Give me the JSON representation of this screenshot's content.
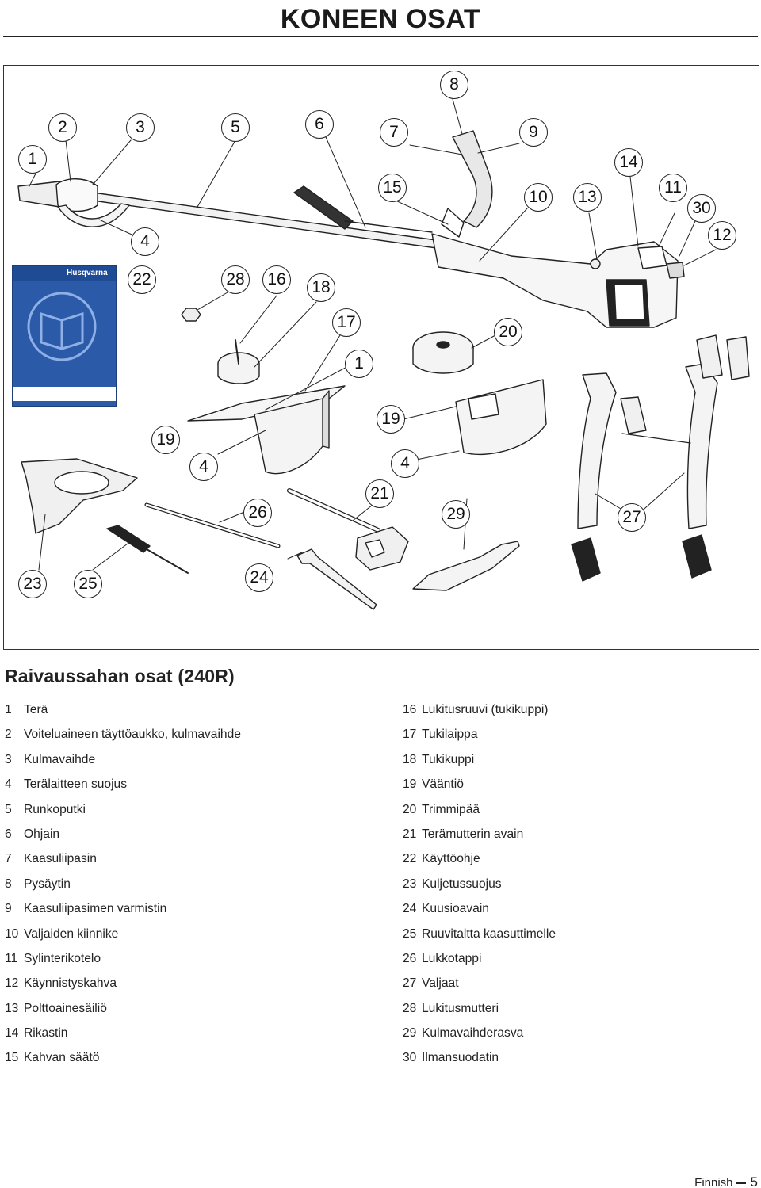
{
  "page_title": "KONEEN OSAT",
  "figure": {
    "manual_brand": "Husqvarna",
    "callouts": [
      {
        "id": "c-8",
        "label": "8"
      },
      {
        "id": "c-2",
        "label": "2"
      },
      {
        "id": "c-3",
        "label": "3"
      },
      {
        "id": "c-5",
        "label": "5"
      },
      {
        "id": "c-6",
        "label": "6"
      },
      {
        "id": "c-7",
        "label": "7"
      },
      {
        "id": "c-9",
        "label": "9"
      },
      {
        "id": "c-1a",
        "label": "1"
      },
      {
        "id": "c-14",
        "label": "14"
      },
      {
        "id": "c-15",
        "label": "15"
      },
      {
        "id": "c-10",
        "label": "10"
      },
      {
        "id": "c-13",
        "label": "13"
      },
      {
        "id": "c-11",
        "label": "11"
      },
      {
        "id": "c-30",
        "label": "30"
      },
      {
        "id": "c-4a",
        "label": "4"
      },
      {
        "id": "c-12",
        "label": "12"
      },
      {
        "id": "c-22",
        "label": "22"
      },
      {
        "id": "c-28",
        "label": "28"
      },
      {
        "id": "c-16",
        "label": "16"
      },
      {
        "id": "c-18",
        "label": "18"
      },
      {
        "id": "c-17",
        "label": "17"
      },
      {
        "id": "c-20",
        "label": "20"
      },
      {
        "id": "c-1b",
        "label": "1"
      },
      {
        "id": "c-19a",
        "label": "19"
      },
      {
        "id": "c-19b",
        "label": "19"
      },
      {
        "id": "c-4b",
        "label": "4"
      },
      {
        "id": "c-4c",
        "label": "4"
      },
      {
        "id": "c-21",
        "label": "21"
      },
      {
        "id": "c-26",
        "label": "26"
      },
      {
        "id": "c-29",
        "label": "29"
      },
      {
        "id": "c-27",
        "label": "27"
      },
      {
        "id": "c-23",
        "label": "23"
      },
      {
        "id": "c-25",
        "label": "25"
      },
      {
        "id": "c-24",
        "label": "24"
      }
    ]
  },
  "section_title": "Raivaussahan osat (240R)",
  "parts_left": [
    {
      "num": "1",
      "name": "Terä"
    },
    {
      "num": "2",
      "name": "Voiteluaineen täyttöaukko, kulmavaihde"
    },
    {
      "num": "3",
      "name": "Kulmavaihde"
    },
    {
      "num": "4",
      "name": "Terälaitteen suojus"
    },
    {
      "num": "5",
      "name": "Runkoputki"
    },
    {
      "num": "6",
      "name": "Ohjain"
    },
    {
      "num": "7",
      "name": "Kaasuliipasin"
    },
    {
      "num": "8",
      "name": "Pysäytin"
    },
    {
      "num": "9",
      "name": "Kaasuliipasimen varmistin"
    },
    {
      "num": "10",
      "name": "Valjaiden kiinnike"
    },
    {
      "num": "11",
      "name": "Sylinterikotelo"
    },
    {
      "num": "12",
      "name": "Käynnistyskahva"
    },
    {
      "num": "13",
      "name": "Polttoainesäiliö"
    },
    {
      "num": "14",
      "name": "Rikastin"
    },
    {
      "num": "15",
      "name": "Kahvan säätö"
    }
  ],
  "parts_right": [
    {
      "num": "16",
      "name": "Lukitusruuvi (tukikuppi)"
    },
    {
      "num": "17",
      "name": "Tukilaippa"
    },
    {
      "num": "18",
      "name": "Tukikuppi"
    },
    {
      "num": "19",
      "name": "Vääntiö"
    },
    {
      "num": "20",
      "name": "Trimmipää"
    },
    {
      "num": "21",
      "name": "Terämutterin avain"
    },
    {
      "num": "22",
      "name": "Käyttöohje"
    },
    {
      "num": "23",
      "name": "Kuljetussuojus"
    },
    {
      "num": "24",
      "name": "Kuusioavain"
    },
    {
      "num": "25",
      "name": "Ruuvitaltta kaasuttimelle"
    },
    {
      "num": "26",
      "name": "Lukkotappi"
    },
    {
      "num": "27",
      "name": "Valjaat"
    },
    {
      "num": "28",
      "name": "Lukitusmutteri"
    },
    {
      "num": "29",
      "name": "Kulmavaihderasva"
    },
    {
      "num": "30",
      "name": "Ilmansuodatin"
    }
  ],
  "footer": {
    "language": "Finnish",
    "page_number": "5"
  }
}
